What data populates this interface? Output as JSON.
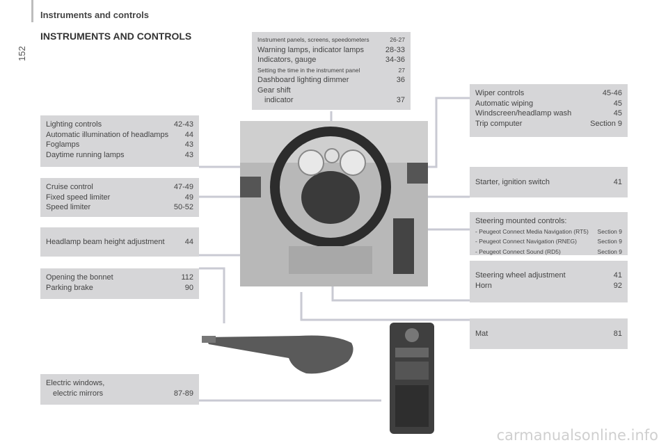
{
  "page_number": "152",
  "header_title": "Instruments and controls",
  "page_title": "INSTRUMENTS AND CONTROLS",
  "boxes": {
    "top_center": [
      {
        "label": "Instrument panels, screens, speedometers",
        "page": "26-27",
        "small": true
      },
      {
        "label": "Warning lamps, indicator lamps",
        "page": "28-33"
      },
      {
        "label": "Indicators, gauge",
        "page": "34-36"
      },
      {
        "label": "Setting the time in the instrument panel",
        "page": "27",
        "small": true
      },
      {
        "label": "Dashboard lighting dimmer",
        "page": "36"
      },
      {
        "label": "Gear shift",
        "page": ""
      },
      {
        "label": "indicator",
        "page": "37",
        "indent": true
      }
    ],
    "lighting": [
      {
        "label": "Lighting controls",
        "page": "42-43"
      },
      {
        "label": "Automatic illumination of headlamps",
        "page": "44"
      },
      {
        "label": "Foglamps",
        "page": "43"
      },
      {
        "label": "Daytime running lamps",
        "page": "43"
      }
    ],
    "cruise": [
      {
        "label": "Cruise control",
        "page": "47-49"
      },
      {
        "label": "Fixed speed limiter",
        "page": "49"
      },
      {
        "label": "Speed limiter",
        "page": "50-52"
      }
    ],
    "headlamp": [
      {
        "label": "Headlamp beam height adjustment",
        "page": "44"
      }
    ],
    "bonnet": [
      {
        "label": "Opening the bonnet",
        "page": "112"
      },
      {
        "label": "Parking brake",
        "page": "90"
      }
    ],
    "windows": [
      {
        "label": "Electric windows,",
        "page": ""
      },
      {
        "label": "electric mirrors",
        "page": "87-89",
        "indent": true
      }
    ],
    "wiper": [
      {
        "label": "Wiper controls",
        "page": "45-46"
      },
      {
        "label": "Automatic wiping",
        "page": "45"
      },
      {
        "label": "Windscreen/headlamp wash",
        "page": "45"
      },
      {
        "label": "Trip computer",
        "page": "Section 9"
      }
    ],
    "starter": [
      {
        "label": "Starter, ignition switch",
        "page": "41"
      }
    ],
    "steering_controls": [
      {
        "label": "Steering mounted controls:",
        "page": ""
      },
      {
        "label": "- Peugeot Connect Media Navigation (RT5)",
        "page": "Section 9",
        "small": true
      },
      {
        "label": "- Peugeot Connect Navigation (RNEG)",
        "page": "Section 9",
        "small": true
      },
      {
        "label": "- Peugeot Connect Sound (RD5)",
        "page": "Section 9",
        "small": true
      }
    ],
    "steering_wheel": [
      {
        "label": "Steering wheel adjustment",
        "page": "41"
      },
      {
        "label": "Horn",
        "page": "92"
      }
    ],
    "mat": [
      {
        "label": "Mat",
        "page": "81"
      }
    ]
  },
  "watermark": "carmanualsonline.info"
}
